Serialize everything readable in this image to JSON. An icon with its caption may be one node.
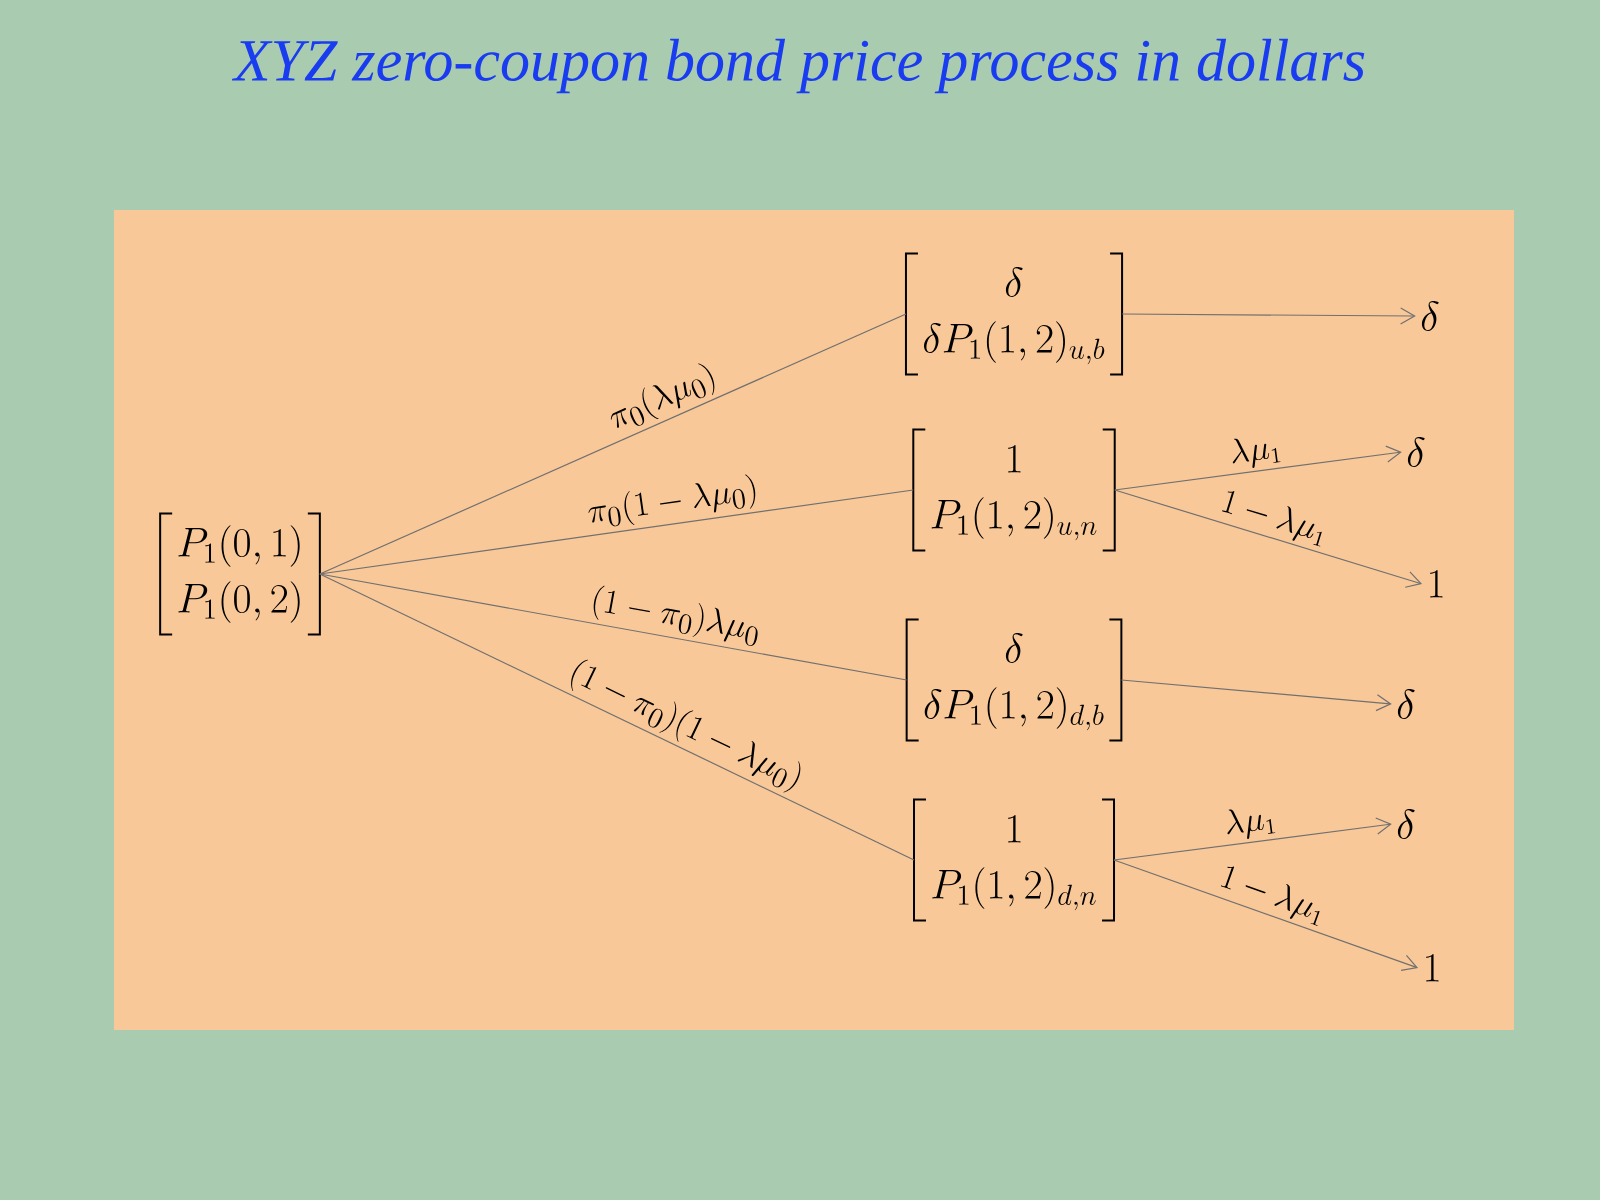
{
  "diagram": {
    "title": "XYZ zero-coupon bond price process in dollars",
    "nodes": [
      {
        "text": [
          "P_1(0,1)",
          "P_1(0,2)"
        ]
      },
      {
        "text": [
          "\\delta",
          "\\delta P_1(1,2)_{u,b}"
        ]
      },
      {
        "text": [
          "1",
          "P_1(1,2)_{u,n}"
        ]
      },
      {
        "text": [
          "\\delta",
          "\\delta P_1(1,2)_{d,b}"
        ]
      },
      {
        "text": [
          "1",
          "P_1(1,2)_{d,n}"
        ]
      },
      {
        "text": [
          "\\delta"
        ]
      },
      {
        "text": [
          "\\delta"
        ]
      },
      {
        "text": [
          "1"
        ]
      },
      {
        "text": [
          "\\delta"
        ]
      },
      {
        "text": [
          "\\delta"
        ]
      },
      {
        "text": [
          "1"
        ]
      }
    ],
    "edges": [
      {
        "from": 0,
        "to": 1,
        "arrow": "none",
        "label": "\\pi_0(\\lambda\\mu_0)"
      },
      {
        "from": 0,
        "to": 2,
        "arrow": "none",
        "label": "\\pi_0(1-\\lambda\\mu_0)"
      },
      {
        "from": 0,
        "to": 3,
        "arrow": "none",
        "label": "(1-\\pi_0)\\lambda\\mu_0"
      },
      {
        "from": 0,
        "to": 4,
        "arrow": "none",
        "label": "(1-\\pi_0)(1-\\lambda\\mu_0)"
      },
      {
        "from": 1,
        "to": 5,
        "arrow": "to"
      },
      {
        "from": 2,
        "to": 6,
        "arrow": "to",
        "label": "\\lambda\\mu_1"
      },
      {
        "from": 2,
        "to": 7,
        "arrow": "to",
        "label": "1-\\lambda\\mu_1"
      },
      {
        "from": 3,
        "to": 8,
        "arrow": "to"
      },
      {
        "from": 4,
        "to": 9,
        "arrow": "to",
        "label": "\\lambda\\mu_1"
      },
      {
        "from": 4,
        "to": 10,
        "arrow": "to",
        "label": "1-\\lambda\\mu_1"
      }
    ]
  }
}
